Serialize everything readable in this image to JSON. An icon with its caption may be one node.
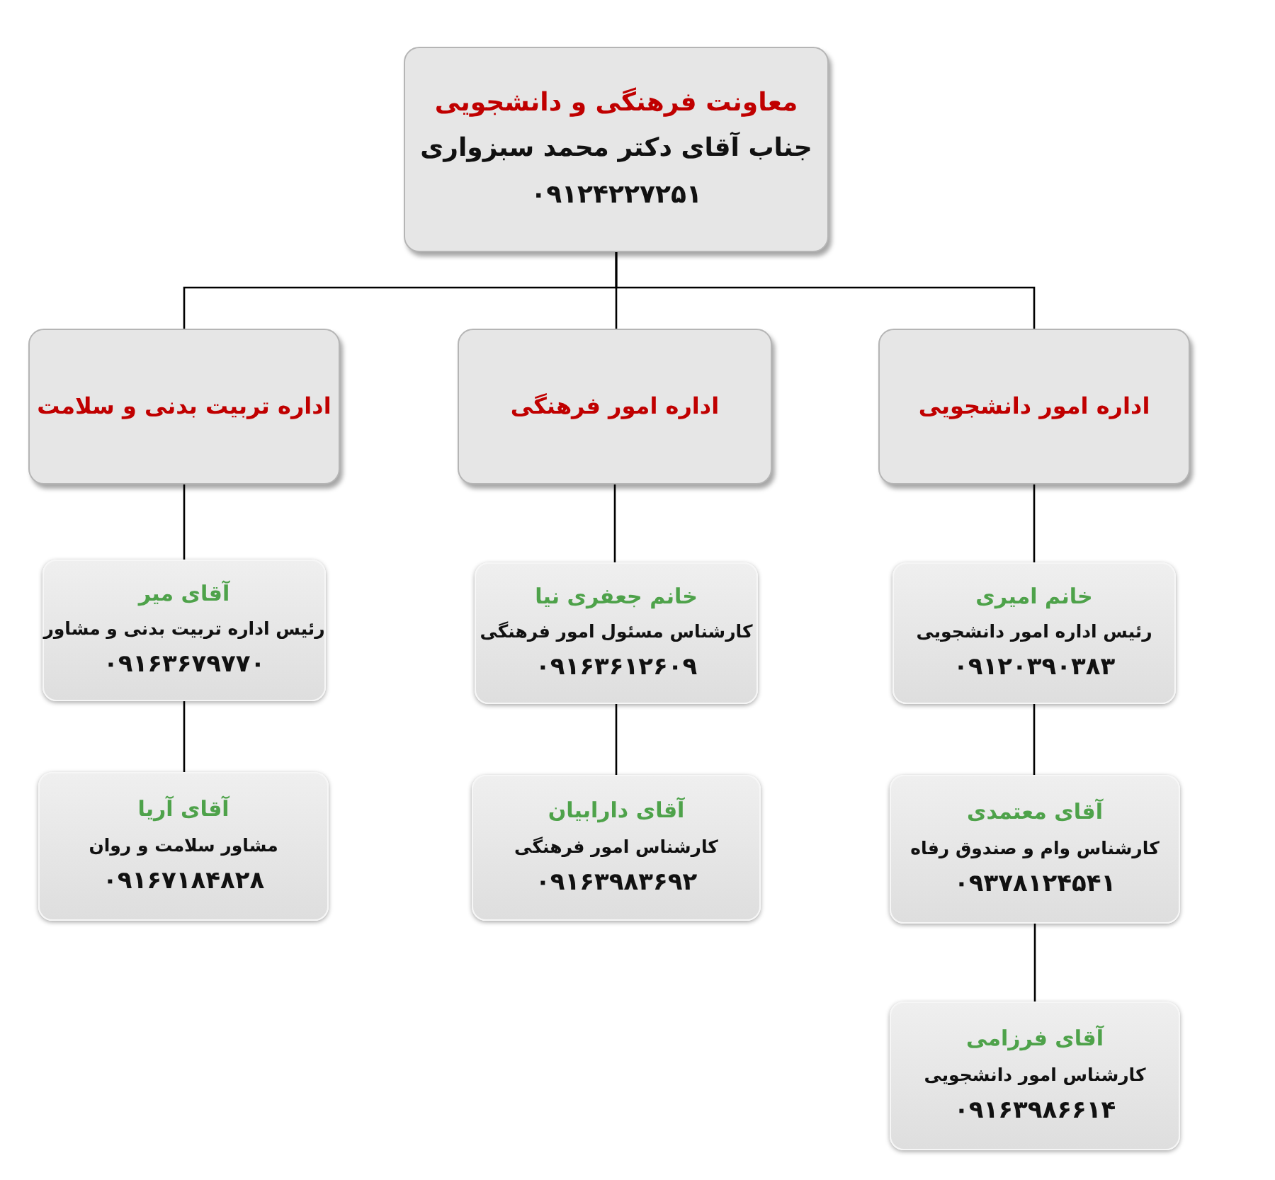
{
  "diagram": {
    "nodes": [
      {
        "text": [
          "معاونت فرهنگی و دانشجویی",
          "جناب آقای دکتر محمد سبزواری",
          "۰۹۱۲۴۲۲۷۲۵۱"
        ]
      },
      {
        "text": [
          "اداره امور دانشجویی"
        ]
      },
      {
        "text": [
          "اداره امور فرهنگی"
        ]
      },
      {
        "text": [
          "اداره تربیت بدنی و سلامت"
        ]
      },
      {
        "text": [
          "خانم امیری",
          "رئیس اداره امور دانشجویی",
          "۰۹۱۲۰۳۹۰۳۸۳"
        ]
      },
      {
        "text": [
          "خانم جعفری نیا",
          "کارشناس مسئول امور فرهنگی",
          "۰۹۱۶۳۶۱۲۶۰۹"
        ]
      },
      {
        "text": [
          "آقای میر",
          "رئیس اداره تربیت بدنی و مشاور",
          "۰۹۱۶۳۶۷۹۷۷۰"
        ]
      },
      {
        "text": [
          "آقای معتمدی",
          "کارشناس وام و صندوق رفاه",
          "۰۹۳۷۸۱۲۴۵۴۱"
        ]
      },
      {
        "text": [
          "آقای دارابیان",
          "کارشناس امور فرهنگی",
          "۰۹۱۶۳۹۸۳۶۹۲"
        ]
      },
      {
        "text": [
          "آقای آریا",
          "مشاور سلامت و روان",
          "۰۹۱۶۷۱۸۴۸۲۸"
        ]
      },
      {
        "text": [
          "آقای فرزامی",
          "کارشناس امور دانشجویی",
          "۰۹۱۶۳۹۸۶۶۱۴"
        ]
      }
    ],
    "edges": [
      {
        "from": 0,
        "to": 1,
        "arrow": "none"
      },
      {
        "from": 0,
        "to": 2,
        "arrow": "none"
      },
      {
        "from": 0,
        "to": 3,
        "arrow": "none"
      },
      {
        "from": 1,
        "to": 4,
        "arrow": "none"
      },
      {
        "from": 2,
        "to": 5,
        "arrow": "none"
      },
      {
        "from": 3,
        "to": 6,
        "arrow": "none"
      },
      {
        "from": 4,
        "to": 7,
        "arrow": "none"
      },
      {
        "from": 5,
        "to": 8,
        "arrow": "none"
      },
      {
        "from": 6,
        "to": 9,
        "arrow": "none"
      },
      {
        "from": 7,
        "to": 10,
        "arrow": "none"
      }
    ]
  }
}
